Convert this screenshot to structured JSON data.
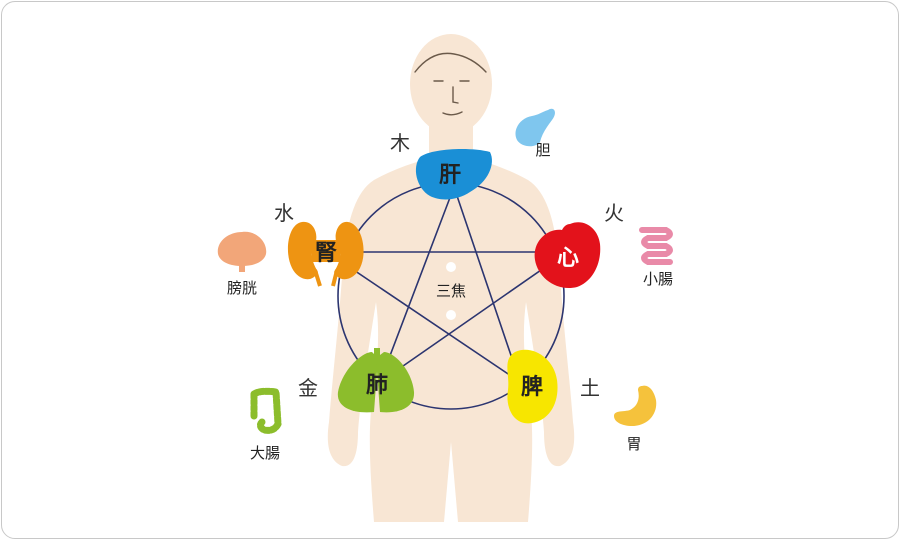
{
  "center_label": "三焦",
  "elements": {
    "wood": "木",
    "fire": "火",
    "earth": "土",
    "metal": "金",
    "water": "水"
  },
  "organs": {
    "liver": "肝",
    "heart": "心",
    "spleen": "脾",
    "lung": "肺",
    "kidney": "腎"
  },
  "fu_organs": {
    "gallbladder": "胆",
    "small_intestine": "小腸",
    "stomach": "胃",
    "large_intestine": "大腸",
    "bladder": "膀胱"
  },
  "colors": {
    "wood": "#1a8fd6",
    "fire": "#e3121b",
    "earth": "#f7e600",
    "metal": "#8cbd2c",
    "water": "#ee9412",
    "body": "#f8e6d4",
    "lines": "#2c3570"
  }
}
